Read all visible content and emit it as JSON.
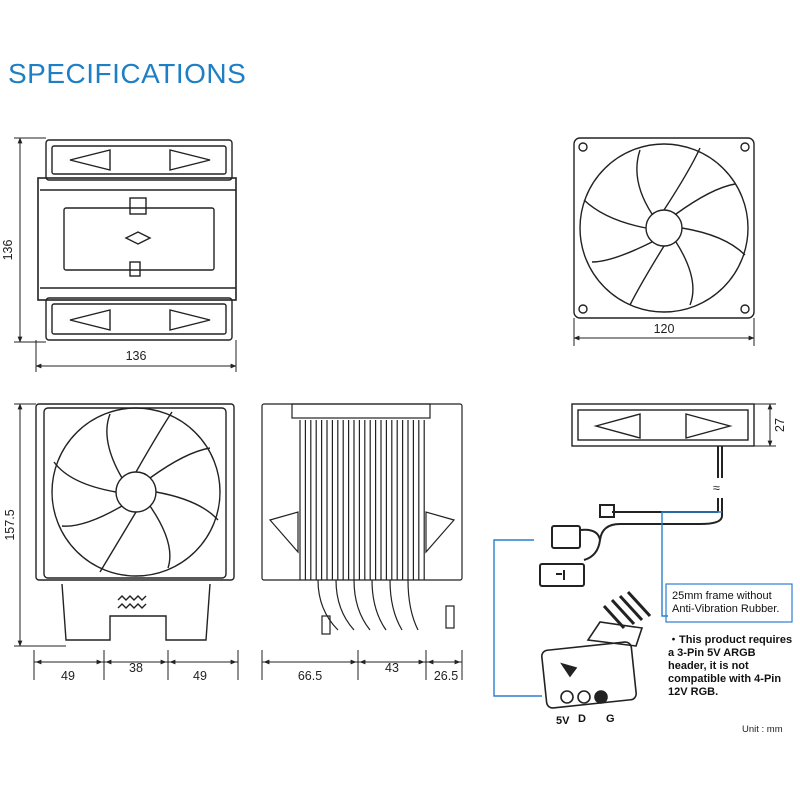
{
  "title": "SPECIFICATIONS",
  "dimensions": {
    "top_height": "136",
    "top_width": "136",
    "fan_width": "120",
    "front_height": "157.5",
    "front_left": "49",
    "front_mid": "38",
    "front_right": "49",
    "side_left": "66.5",
    "side_mid": "43",
    "side_right": "26.5",
    "fan_thickness": "27"
  },
  "connector": {
    "pin_5v": "5V",
    "pin_d": "D",
    "pin_g": "G",
    "cable_break": "≈"
  },
  "notes": {
    "frame": "25mm frame without Anti-Vibration Rubber.",
    "argb": "・This product requires a 3-Pin 5V ARGB header, it is not compatible with 4-Pin 12V RGB."
  },
  "unit": "Unit : mm",
  "colors": {
    "title": "#1f7fc4",
    "leader": "#2a7fd0",
    "line": "#222222"
  }
}
